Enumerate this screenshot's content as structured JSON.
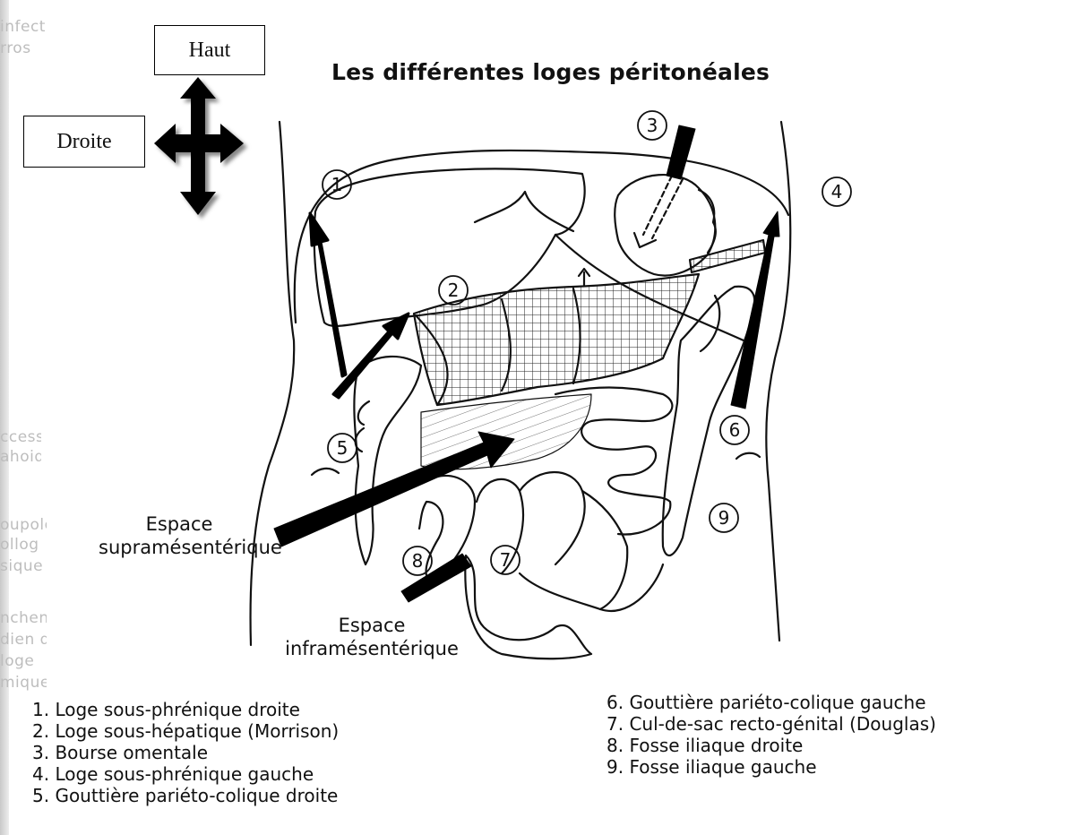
{
  "title": "Les différentes loges péritonéales",
  "orientation": {
    "up_label": "Haut",
    "right_label": "Droite"
  },
  "space_labels": {
    "supramesenteric": [
      "Espace",
      "supramésentérique"
    ],
    "inframesenteric": [
      "Espace",
      "inframésentérique"
    ]
  },
  "region_markers": [
    "1",
    "2",
    "3",
    "4",
    "5",
    "6",
    "7",
    "8",
    "9"
  ],
  "legend": {
    "left": [
      "1. Loge sous-phrénique droite",
      "2. Loge sous-hépatique (Morrison)",
      "3. Bourse omentale",
      "4. Loge sous-phrénique gauche",
      "5. Gouttière pariéto-colique droite"
    ],
    "right": [
      "6. Gouttière pariéto-colique gauche",
      "7. Cul-de-sac recto-génital (Douglas)",
      "8. Fosse iliaque droite",
      "9. Fosse iliaque gauche"
    ]
  },
  "bleed_through_text": [
    "infect",
    "rros",
    "ccessu",
    "ahoide",
    "oupole",
    "ollog",
    "sique",
    "nchen",
    "dien d",
    "loge",
    "mique"
  ]
}
